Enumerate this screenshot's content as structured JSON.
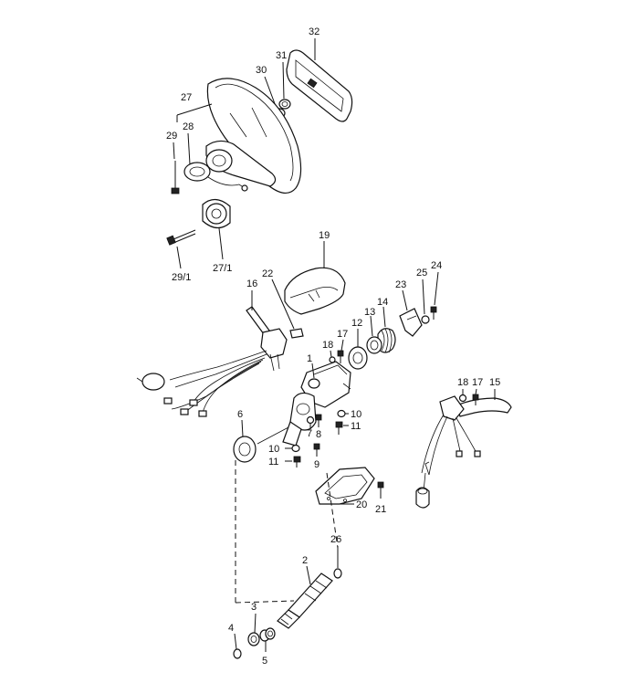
{
  "parts": {
    "p1": "1",
    "p2": "2",
    "p3": "3",
    "p4": "4",
    "p5": "5",
    "p6": "6",
    "p7": "7",
    "p8": "8",
    "p9": "9",
    "p10a": "10",
    "p10b": "10",
    "p11a": "11",
    "p11b": "11",
    "p12": "12",
    "p13": "13",
    "p14": "14",
    "p15": "15",
    "p16": "16",
    "p17a": "17",
    "p17b": "17",
    "p18a": "18",
    "p18b": "18",
    "p19": "19",
    "p20": "20",
    "p21": "21",
    "p22": "22",
    "p23": "23",
    "p24": "24",
    "p25": "25",
    "p26": "26",
    "p27": "27",
    "p27_1": "27/1",
    "p28": "28",
    "p29": "29",
    "p29_1": "29/1",
    "p30": "30",
    "p31": "31",
    "p32": "32"
  }
}
